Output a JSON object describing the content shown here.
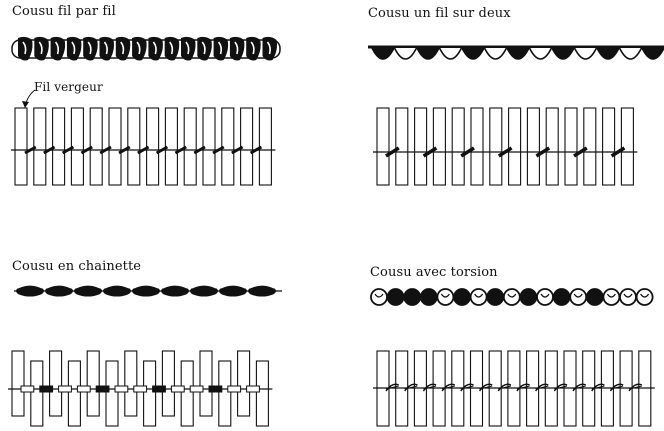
{
  "panels": {
    "top_left": {
      "title": "Cousu fil par fil",
      "pointer_label": "Fil vergeur"
    },
    "top_right": {
      "title": "Cousu un fil sur deux"
    },
    "bottom_left": {
      "title": "Cousu en chainette"
    },
    "bottom_right": {
      "title": "Cousu avec torsion"
    }
  },
  "colors": {
    "ink": "#111111",
    "paper": "#ffffff"
  }
}
